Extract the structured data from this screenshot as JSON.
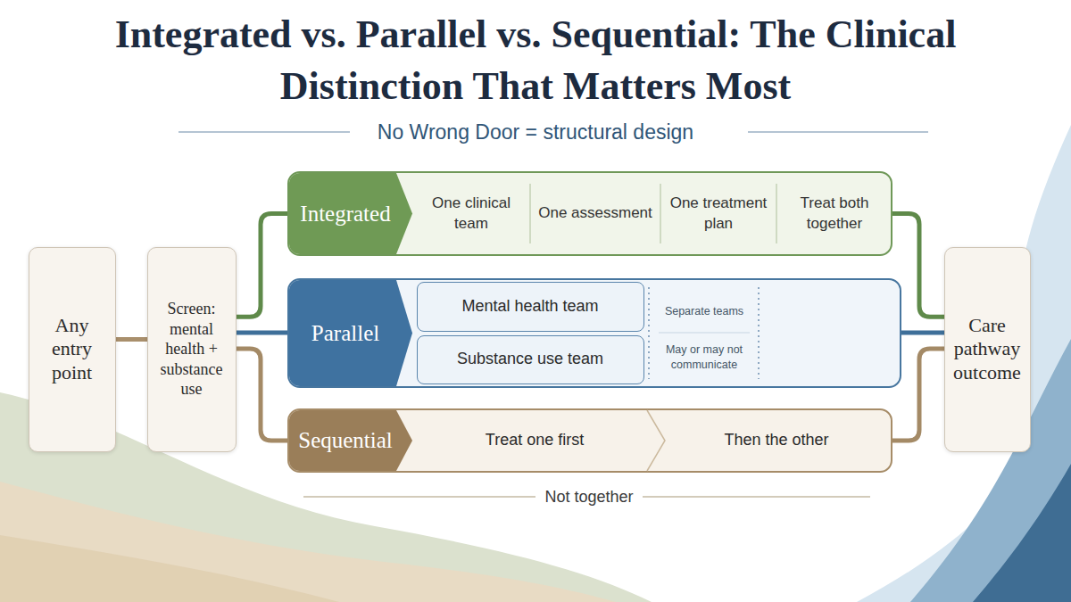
{
  "diagram": {
    "title": "Integrated vs. Parallel vs. Sequential: The Clinical Distinction That Matters Most",
    "nodes": [
      {
        "text": [
          "Any entry point"
        ]
      },
      {
        "text": [
          "Screen: mental health + substance use"
        ]
      },
      {
        "text": [
          "Integrated",
          "One clinical team",
          "One assessment",
          "One treatment plan",
          "Treat both together"
        ]
      },
      {
        "text": [
          "Parallel",
          "Separate teams",
          "May or may not communicate"
        ]
      },
      {
        "text": [
          "Mental health team"
        ],
        "in": 3
      },
      {
        "text": [
          "Substance use team"
        ],
        "in": 3
      },
      {
        "text": [
          "Sequential",
          "Treat one first",
          "Then the other"
        ]
      },
      {
        "text": [
          "Care pathway outcome"
        ]
      }
    ],
    "edges": [
      {
        "from": 0,
        "to": 1,
        "arrow": "none"
      },
      {
        "from": 1,
        "to": 2,
        "arrow": "none"
      },
      {
        "from": 1,
        "to": 3,
        "arrow": "none"
      },
      {
        "from": 1,
        "to": 6,
        "arrow": "none"
      },
      {
        "from": 2,
        "to": 7,
        "arrow": "none"
      },
      {
        "from": 3,
        "to": 7,
        "arrow": "none"
      },
      {
        "from": 6,
        "to": 7,
        "arrow": "none"
      }
    ],
    "labels": [
      "No Wrong Door = structural design",
      "Not together"
    ]
  }
}
